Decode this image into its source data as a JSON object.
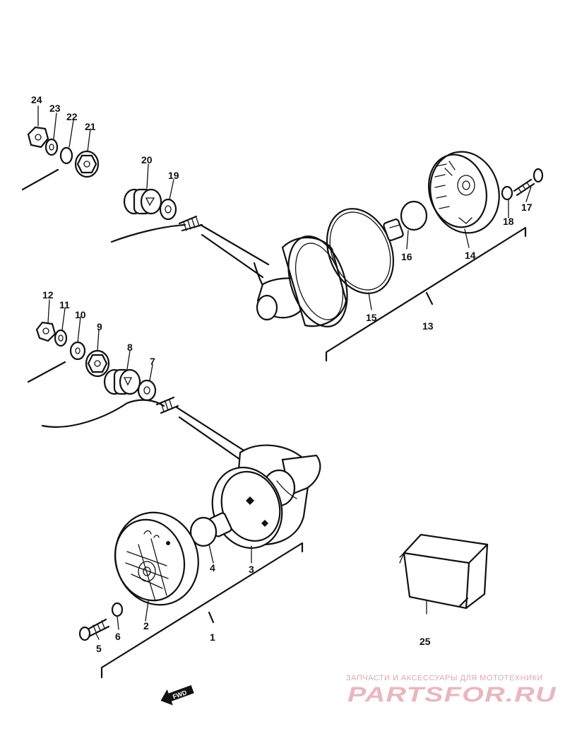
{
  "diagram": {
    "parts": [
      "1",
      "2",
      "3",
      "4",
      "5",
      "6",
      "7",
      "8",
      "9",
      "10",
      "11",
      "12",
      "13",
      "14",
      "15",
      "16",
      "17",
      "18",
      "19",
      "20",
      "21",
      "22",
      "23",
      "24",
      "25"
    ],
    "direction_marker": "FWD"
  },
  "watermark": {
    "subtitle": "ЗАПЧАСТИ И АКСЕССУАРЫ ДЛЯ МОТОТЕХНИКИ",
    "brand": "PARTSFOR.RU"
  }
}
